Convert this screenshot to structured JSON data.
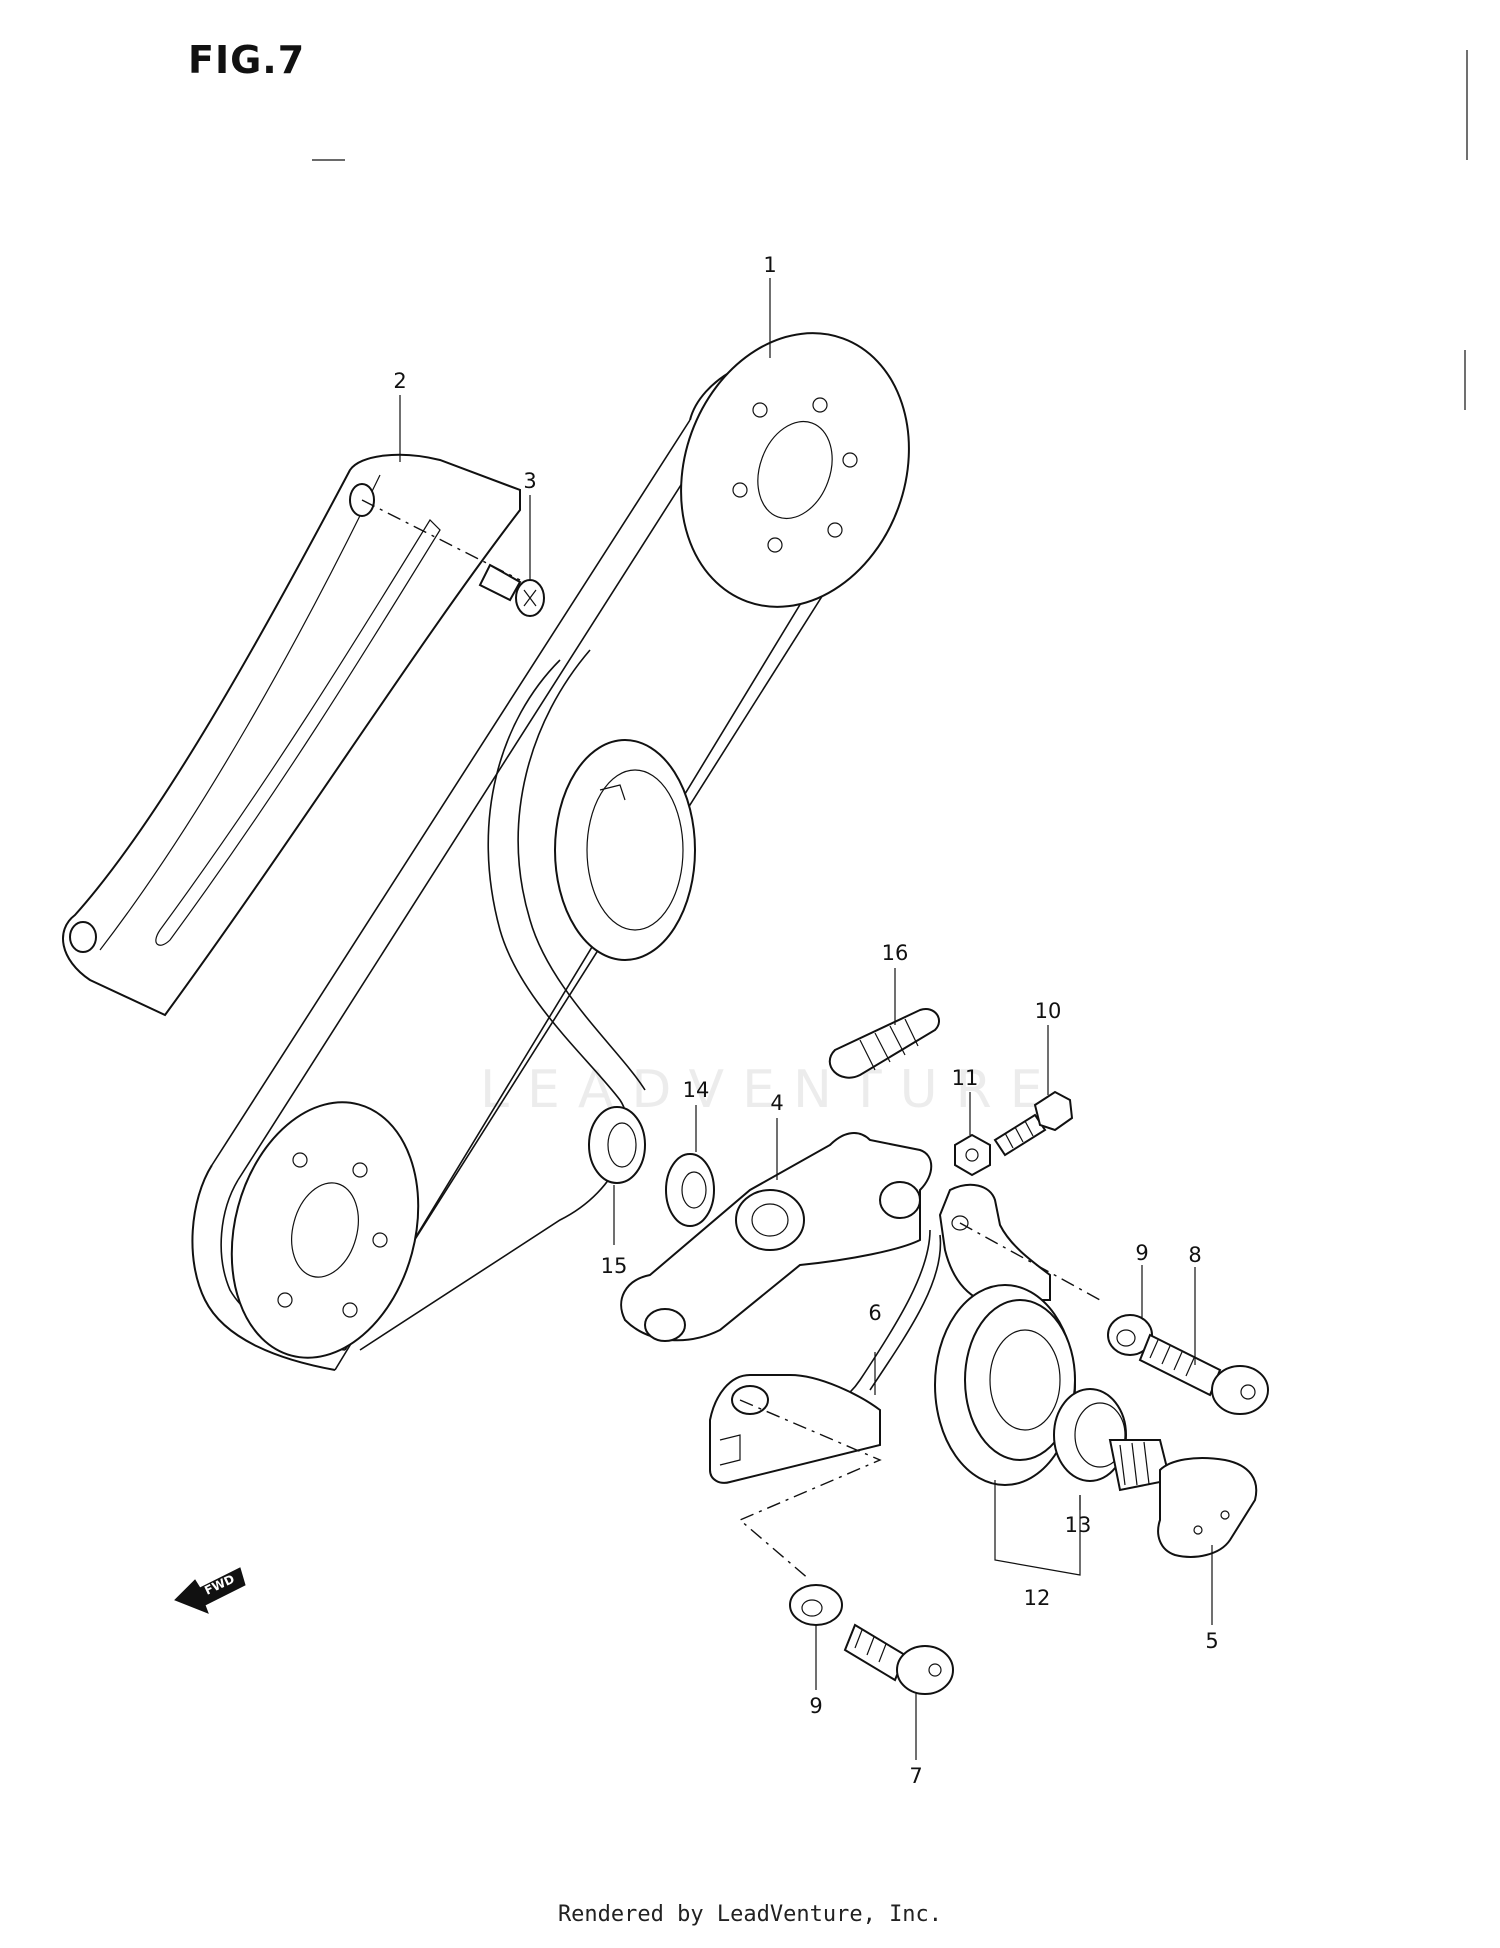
{
  "figure": {
    "title": "FIG.7",
    "footer": "Rendered by LeadVenture, Inc.",
    "watermark": "LEADVENTURE",
    "direction_marker": "FWD"
  },
  "callouts": [
    {
      "id": "c1",
      "label": "1"
    },
    {
      "id": "c2",
      "label": "2"
    },
    {
      "id": "c3",
      "label": "3"
    },
    {
      "id": "c4",
      "label": "4"
    },
    {
      "id": "c5",
      "label": "5"
    },
    {
      "id": "c6",
      "label": "6"
    },
    {
      "id": "c7",
      "label": "7"
    },
    {
      "id": "c8",
      "label": "8"
    },
    {
      "id": "c9a",
      "label": "9"
    },
    {
      "id": "c9b",
      "label": "9"
    },
    {
      "id": "c10",
      "label": "10"
    },
    {
      "id": "c11",
      "label": "11"
    },
    {
      "id": "c12",
      "label": "12"
    },
    {
      "id": "c13",
      "label": "13"
    },
    {
      "id": "c14",
      "label": "14"
    },
    {
      "id": "c15",
      "label": "15"
    },
    {
      "id": "c16",
      "label": "16"
    }
  ]
}
